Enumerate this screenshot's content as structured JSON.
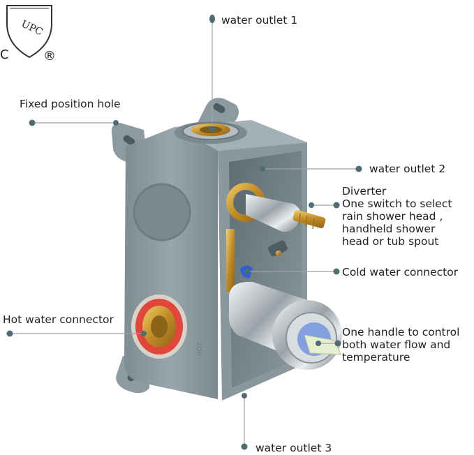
{
  "certification": {
    "shield_text": "UPC",
    "left_mark": "C",
    "registered_mark": "®"
  },
  "labels": {
    "water_outlet_1": "water outlet 1",
    "fixed_position_hole": "Fixed position hole",
    "water_outlet_2": "water outlet 2",
    "diverter_title": "Diverter",
    "diverter_desc_1": "One switch to select",
    "diverter_desc_2": "rain shower head ,",
    "diverter_desc_3": "handheld shower",
    "diverter_desc_4": "head or tub spout",
    "cold_water_connector": "Cold water connector",
    "hot_water_connector": "Hot water connector",
    "handle_desc_1": "One handle to control",
    "handle_desc_2": "both water flow and",
    "handle_desc_3": "temperature",
    "water_outlet_3": "water outlet 3"
  },
  "colors": {
    "leader_line": "#9aa3a8",
    "marker_dot": "#4f6b73",
    "valve_body": "#8a989e",
    "brass": "#c8972e",
    "hot_ring": "#e0473a",
    "cold_marker": "#2f5fd0",
    "chrome": "#c9ced2"
  }
}
